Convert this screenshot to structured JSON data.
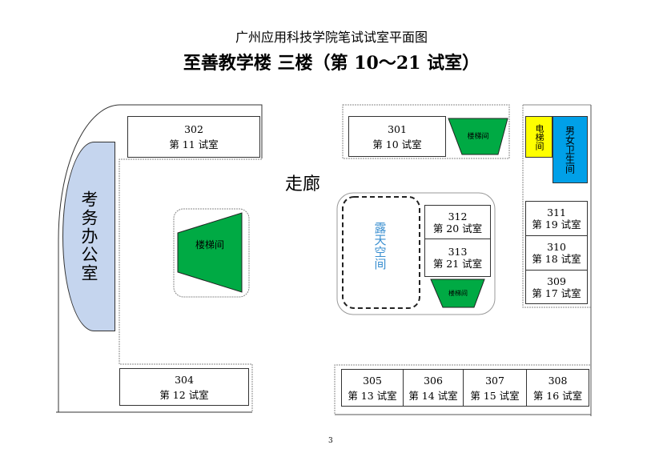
{
  "title": "广州应用科技学院笔试试室平面图",
  "subtitle": "至善教学楼  三楼（第 10～21 试室）",
  "corridor": "走廊",
  "office": "考务办公室",
  "open_space": "露天空间",
  "stairs": "楼梯间",
  "elevator": "电梯间",
  "restroom": "男女卫生间",
  "rooms": [
    {
      "num": "302",
      "label": "第 11 试室"
    },
    {
      "num": "304",
      "label": "第 12 试室"
    },
    {
      "num": "301",
      "label": "第 10 试室"
    },
    {
      "num": "312",
      "label": "第 20 试室"
    },
    {
      "num": "313",
      "label": "第 21 试室"
    },
    {
      "num": "311",
      "label": "第 19 试室"
    },
    {
      "num": "310",
      "label": "第 18 试室"
    },
    {
      "num": "309",
      "label": "第 17 试室"
    },
    {
      "num": "305",
      "label": "第 13 试室"
    },
    {
      "num": "306",
      "label": "第 14 试室"
    },
    {
      "num": "307",
      "label": "第 15 试室"
    },
    {
      "num": "308",
      "label": "第 16 试室"
    }
  ],
  "page_number": "3",
  "colors": {
    "stairs": "#00AA44",
    "office": "#C5D5EE",
    "elevator": "#FFFF00",
    "restroom": "#00A0E8",
    "open_space_text": "#3A8FD0"
  }
}
